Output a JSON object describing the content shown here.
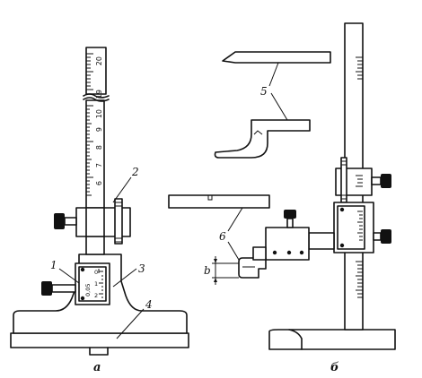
{
  "figure_a": {
    "caption": "а",
    "scale_upper": [
      "20",
      "19"
    ],
    "scale_lower": [
      "10",
      "9",
      "8",
      "7",
      "6"
    ],
    "vernier_value": "0,05",
    "vernier_digits": [
      "0",
      "1",
      "2"
    ],
    "callouts": [
      "1",
      "2",
      "3",
      "4"
    ]
  },
  "figure_b": {
    "caption": "б",
    "callouts": [
      "5",
      "6"
    ],
    "dimension_label": "b"
  }
}
